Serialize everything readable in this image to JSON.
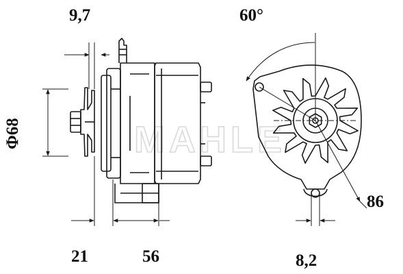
{
  "dimensions": {
    "top_left": "9,7",
    "angle": "60°",
    "diameter": "Φ68",
    "bottom_left": "21",
    "bottom_mid": "56",
    "bottom_right": "8,2",
    "right": "86"
  },
  "watermark": "MAHLE",
  "colors": {
    "line": "#1a1a1a",
    "watermark": "#e6e6e6",
    "background": "#ffffff"
  }
}
